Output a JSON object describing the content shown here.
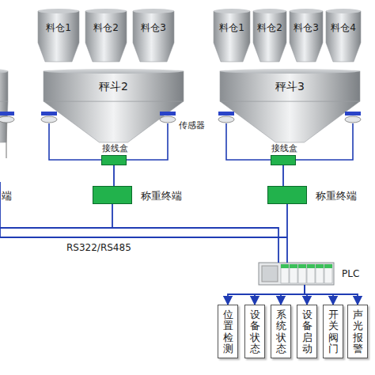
{
  "diagram": {
    "nodes": [
      {
        "text": [
          "料仓1"
        ]
      },
      {
        "text": [
          "料仓2"
        ]
      },
      {
        "text": [
          "料仓3"
        ]
      },
      {
        "text": [
          "料仓1"
        ]
      },
      {
        "text": [
          "料仓2"
        ]
      },
      {
        "text": [
          "料仓3"
        ]
      },
      {
        "text": [
          "料仓4"
        ]
      },
      {
        "text": [
          "秤斗2"
        ]
      },
      {
        "text": [
          "秤斗3"
        ]
      },
      {
        "text": [
          "接线盒"
        ]
      },
      {
        "text": [
          "接线盒"
        ]
      },
      {
        "text": [
          "称重终端"
        ]
      },
      {
        "text": [
          "称重终端"
        ]
      },
      {
        "text": [
          "PLC"
        ]
      },
      {
        "text": [
          "位置检测"
        ]
      },
      {
        "text": [
          "设备状态"
        ]
      },
      {
        "text": [
          "系统状态"
        ]
      },
      {
        "text": [
          "设备启动"
        ]
      },
      {
        "text": [
          "开关阀门"
        ]
      },
      {
        "text": [
          "声光报警"
        ]
      }
    ],
    "edges": [
      {
        "from": 9,
        "to": 11,
        "arrow": "none"
      },
      {
        "from": 10,
        "to": 12,
        "arrow": "none"
      },
      {
        "from": 11,
        "to": 13,
        "arrow": "none"
      },
      {
        "from": 12,
        "to": 13,
        "arrow": "none"
      },
      {
        "from": 13,
        "to": 14,
        "arrow": "to"
      },
      {
        "from": 13,
        "to": 15,
        "arrow": "to"
      },
      {
        "from": 13,
        "to": 16,
        "arrow": "to"
      },
      {
        "from": 13,
        "to": 17,
        "arrow": "to"
      },
      {
        "from": 13,
        "to": 18,
        "arrow": "to"
      },
      {
        "from": 13,
        "to": 19,
        "arrow": "to"
      }
    ],
    "labels": [
      "传感器",
      "端",
      "RS322/RS485"
    ]
  }
}
